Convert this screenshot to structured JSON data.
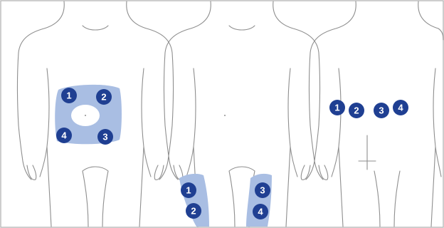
{
  "figures": [
    {
      "name": "abdomen",
      "markers": [
        "1",
        "2",
        "3",
        "4"
      ],
      "zone_color": "#a9bee3",
      "marker_color": "#1f3f92"
    },
    {
      "name": "thighs",
      "markers": [
        "1",
        "2",
        "3",
        "4"
      ],
      "zone_color": "#a9bee3",
      "marker_color": "#1f3f92"
    },
    {
      "name": "back",
      "markers": [
        "1",
        "2",
        "3",
        "4"
      ],
      "marker_color": "#1f3f92"
    }
  ],
  "colors": {
    "outline": "#8e8e8e",
    "frame": "#b9b9b9",
    "zone": "#a9bee3",
    "marker": "#1f3f92"
  }
}
